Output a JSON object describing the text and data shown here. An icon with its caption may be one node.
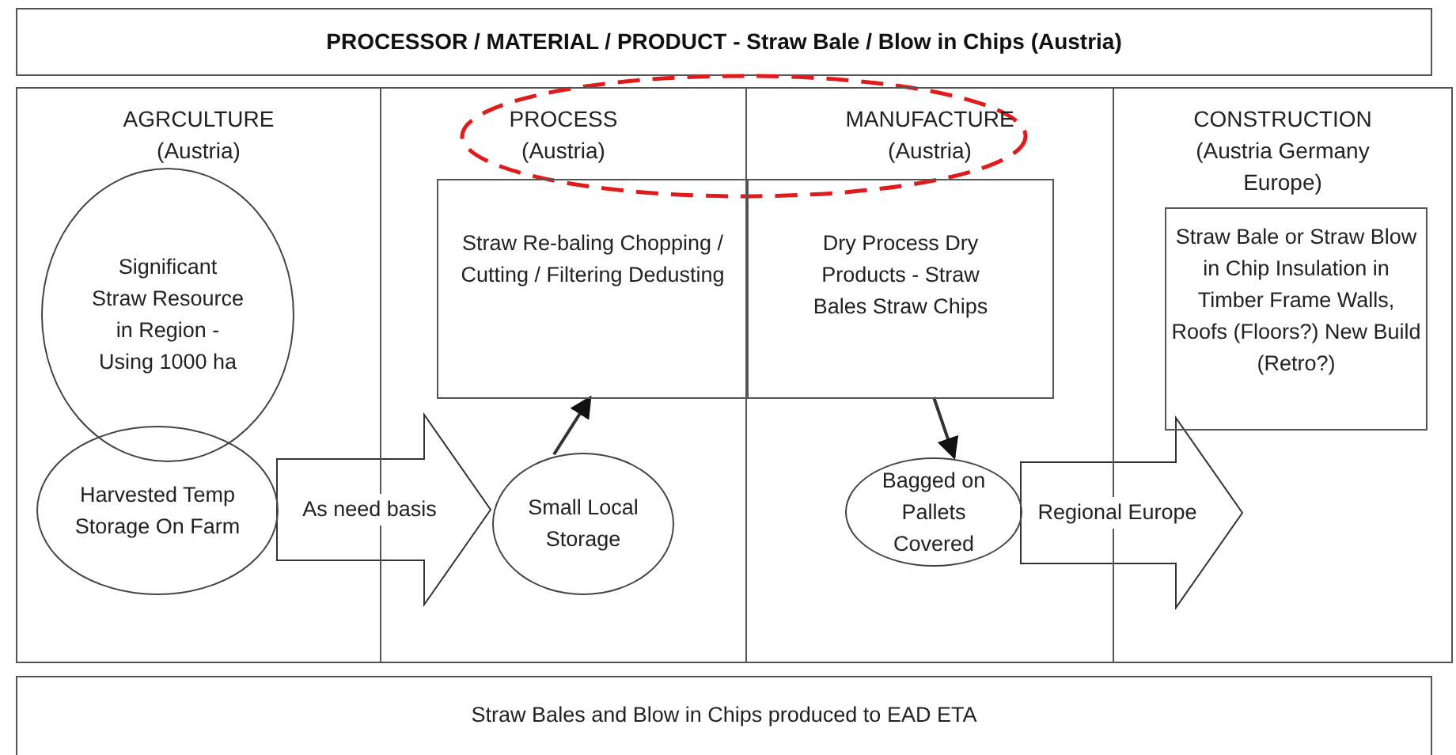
{
  "diagram": {
    "title": "PROCESSOR / MATERIAL / PRODUCT -  Straw Bale /  Blow in Chips (Austria)",
    "caption": "Straw Bales and Blow in Chips produced to EAD  ETA",
    "nodes": [
      {
        "text": [
          "AGRCULTURE (Austria)"
        ]
      },
      {
        "text": [
          "Significant Straw Resource in Region  - Using 1000 ha"
        ],
        "in": 0
      },
      {
        "text": [
          "Harvested Temp Storage On Farm"
        ],
        "in": 0
      },
      {
        "text": [
          "PROCESS (Austria)"
        ]
      },
      {
        "text": [
          "Straw Re-baling Chopping / Cutting / Filtering Dedusting"
        ],
        "in": 3
      },
      {
        "text": [
          "Small Local Storage"
        ],
        "in": 3
      },
      {
        "text": [
          "MANUFACTURE (Austria)"
        ]
      },
      {
        "text": [
          "Dry Process Dry Products - Straw Bales Straw Chips"
        ],
        "in": 6
      },
      {
        "text": [
          "Bagged on Pallets Covered"
        ],
        "in": 6
      },
      {
        "text": [
          "CONSTRUCTION (Austria Germany Europe)"
        ]
      },
      {
        "text": [
          "Straw Bale or Straw Blow in Chip Insulation in Timber Frame Walls, Roofs (Floors?) New Build (Retro?)"
        ],
        "in": 9
      }
    ],
    "edges": [
      {
        "from": 2,
        "to": 5,
        "arrow": "to",
        "label": "As need basis",
        "style": "thick"
      },
      {
        "from": 5,
        "to": 4,
        "arrow": "to"
      },
      {
        "from": 7,
        "to": 8,
        "arrow": "to"
      },
      {
        "from": 8,
        "to": null,
        "arrow": "to",
        "label": "Regional Europe",
        "style": "thick"
      }
    ]
  }
}
